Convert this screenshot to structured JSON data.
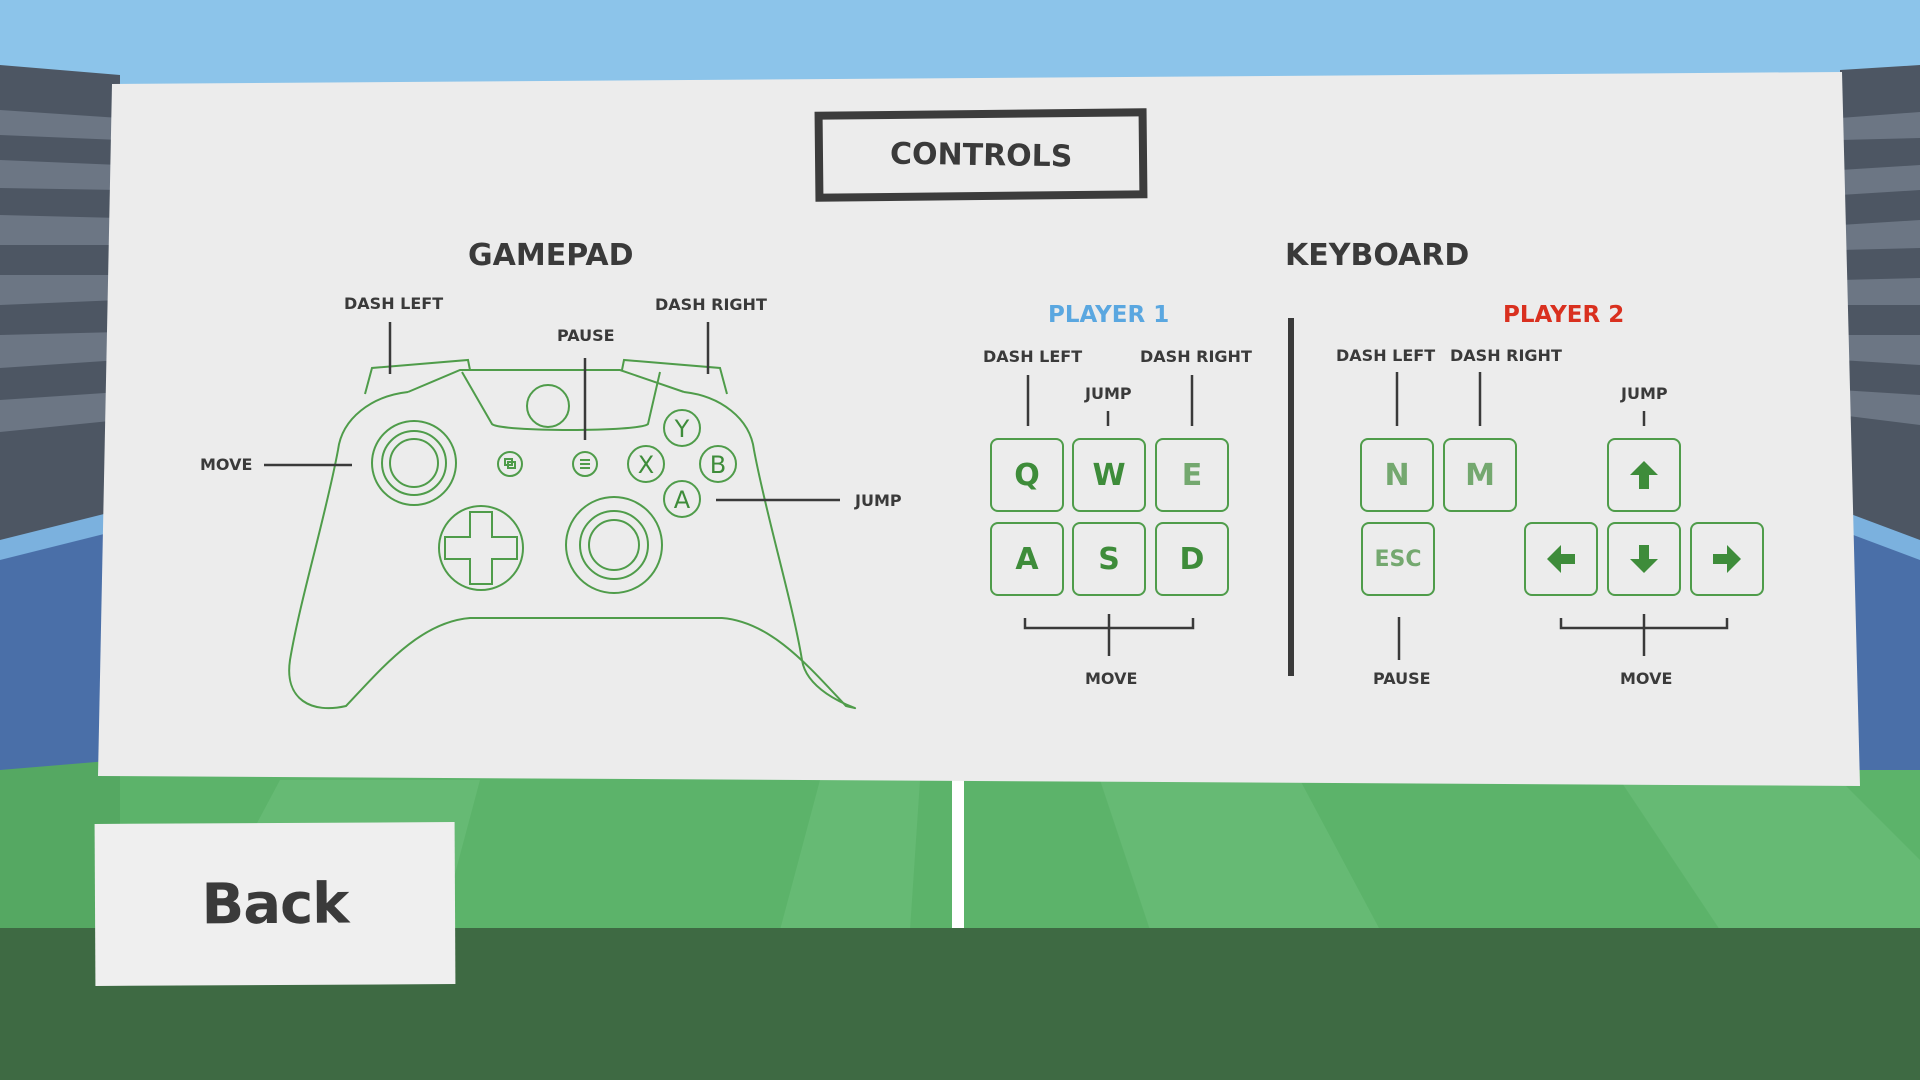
{
  "title": "CONTROLS",
  "gamepad": {
    "heading": "GAMEPAD",
    "labels": {
      "dash_left": "DASH LEFT",
      "dash_right": "DASH RIGHT",
      "pause": "PAUSE",
      "move": "MOVE",
      "jump": "JUMP"
    },
    "buttons": {
      "y": "Y",
      "x": "X",
      "b": "B",
      "a": "A"
    }
  },
  "keyboard": {
    "heading": "KEYBOARD",
    "player1": {
      "title": "PLAYER 1",
      "labels": {
        "dash_left": "DASH LEFT",
        "jump": "JUMP",
        "dash_right": "DASH RIGHT",
        "move": "MOVE"
      },
      "keys": {
        "q": "Q",
        "w": "W",
        "e": "E",
        "a": "A",
        "s": "S",
        "d": "D"
      }
    },
    "player2": {
      "title": "PLAYER 2",
      "labels": {
        "dash_left": "DASH LEFT",
        "dash_right": "DASH RIGHT",
        "jump": "JUMP",
        "pause": "PAUSE",
        "move": "MOVE"
      },
      "keys": {
        "n": "N",
        "m": "M",
        "esc": "ESC"
      }
    }
  },
  "back_label": "Back",
  "colors": {
    "sky": "#8cc4ea",
    "panel": "#ececec",
    "outline_green": "#4f9c4a",
    "player1": "#5aa7e0",
    "player2": "#d9301f",
    "text_dark": "#3a3a3a"
  },
  "icons": [
    "arrow-up-icon",
    "arrow-left-icon",
    "arrow-down-icon",
    "arrow-right-icon",
    "gamepad-icon"
  ]
}
